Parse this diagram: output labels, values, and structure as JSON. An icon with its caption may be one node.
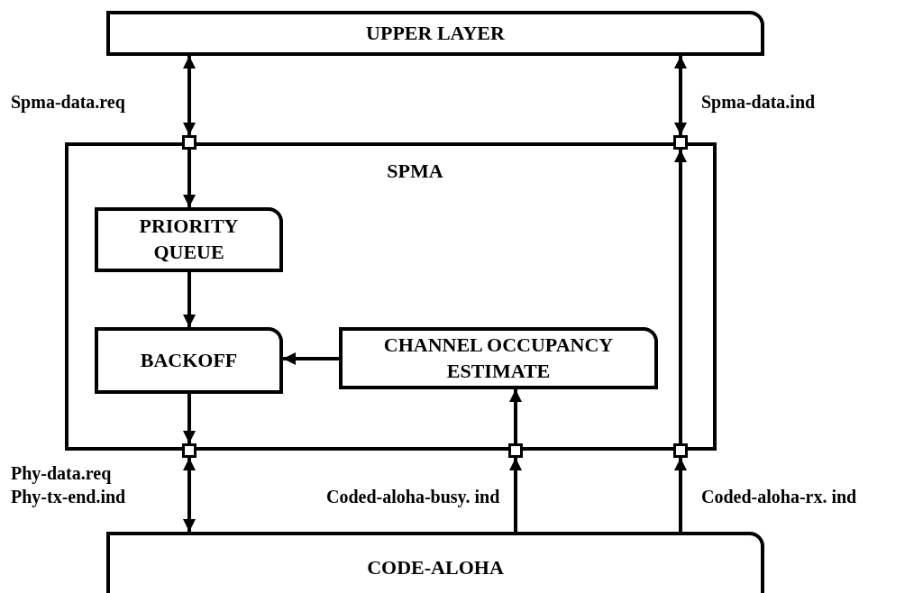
{
  "diagram": {
    "nodes": [
      {
        "text": [
          "UPPER LAYER"
        ]
      },
      {
        "text": [
          "SPMA"
        ]
      },
      {
        "text": [
          "PRIORITY QUEUE"
        ],
        "in": 1
      },
      {
        "text": [
          "BACKOFF"
        ],
        "in": 1
      },
      {
        "text": [
          "CHANNEL OCCUPANCY ESTIMATE"
        ],
        "in": 1
      },
      {
        "text": [
          "CODE-ALOHA"
        ]
      },
      {
        "text": [],
        "shape": "box"
      },
      {
        "text": [],
        "shape": "box"
      },
      {
        "text": [],
        "shape": "box"
      },
      {
        "text": [],
        "shape": "box"
      },
      {
        "text": [],
        "shape": "box"
      }
    ],
    "edges": [
      {
        "from": 0,
        "to": 6,
        "arrow": "both",
        "label": "Spma-data.req"
      },
      {
        "from": 7,
        "to": 0,
        "arrow": "both",
        "label": "Spma-data.ind"
      },
      {
        "from": 6,
        "to": 2,
        "arrow": "to"
      },
      {
        "from": 2,
        "to": 3,
        "arrow": "to"
      },
      {
        "from": 4,
        "to": 3,
        "arrow": "to"
      },
      {
        "from": 3,
        "to": 8,
        "arrow": "to"
      },
      {
        "from": 8,
        "to": 5,
        "arrow": "both",
        "label": "Phy-data.req Phy-tx-end.ind"
      },
      {
        "from": 5,
        "to": 9,
        "arrow": "to",
        "label": "Coded-aloha-busy. ind"
      },
      {
        "from": 9,
        "to": 4,
        "arrow": "to"
      },
      {
        "from": 5,
        "to": 10,
        "arrow": "to",
        "label": "Coded-aloha-rx. ind"
      },
      {
        "from": 10,
        "to": 7,
        "arrow": "to"
      }
    ]
  }
}
